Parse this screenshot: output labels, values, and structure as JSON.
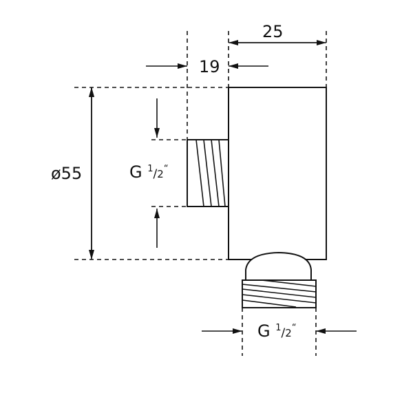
{
  "dimensions": {
    "width_total": "25",
    "offset": "19",
    "diameter": "ø55",
    "thread_left": {
      "letter": "G",
      "num": "1",
      "slash": "/",
      "den": "2",
      "mark": "“"
    },
    "thread_bottom": {
      "letter": "G",
      "num": "1",
      "slash": "/",
      "den": "2",
      "mark": "“"
    }
  }
}
